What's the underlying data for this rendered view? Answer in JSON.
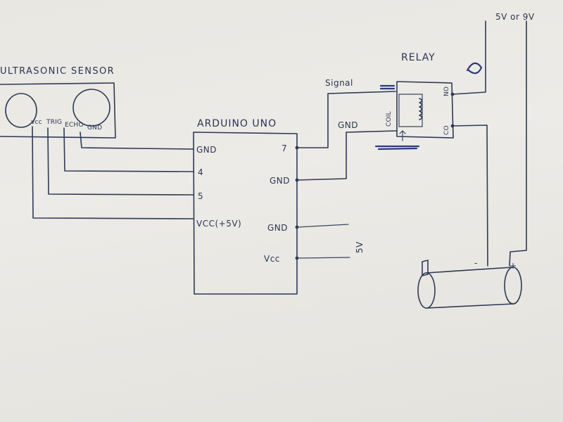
{
  "sensor": {
    "title": "ULTRASONIC SENSOR",
    "pins": {
      "vcc": "vcc",
      "trig": "TRIG",
      "echo": "ECHO",
      "gnd": "GND"
    }
  },
  "arduino": {
    "title": "ARDUINO UNO",
    "left_pins": {
      "gnd": "GND",
      "pin4": "4",
      "pin5": "5",
      "vcc": "VCC(+5V)"
    },
    "right_pins": {
      "pin7": "7",
      "gnd1": "GND",
      "gnd2": "GND",
      "vcc": "Vcc"
    }
  },
  "relay": {
    "title": "RELAY",
    "coil": "COIL",
    "no": "NO",
    "co": "CO"
  },
  "wires": {
    "signal": "Signal",
    "gnd": "GND",
    "supply_5v": "5V",
    "supply": "5V or 9V"
  },
  "load": {
    "minus": "-",
    "plus": "+"
  },
  "colors": {
    "ink": "#2e3a55",
    "marker": "#2c3c7a",
    "paper": "#eae8e3"
  }
}
